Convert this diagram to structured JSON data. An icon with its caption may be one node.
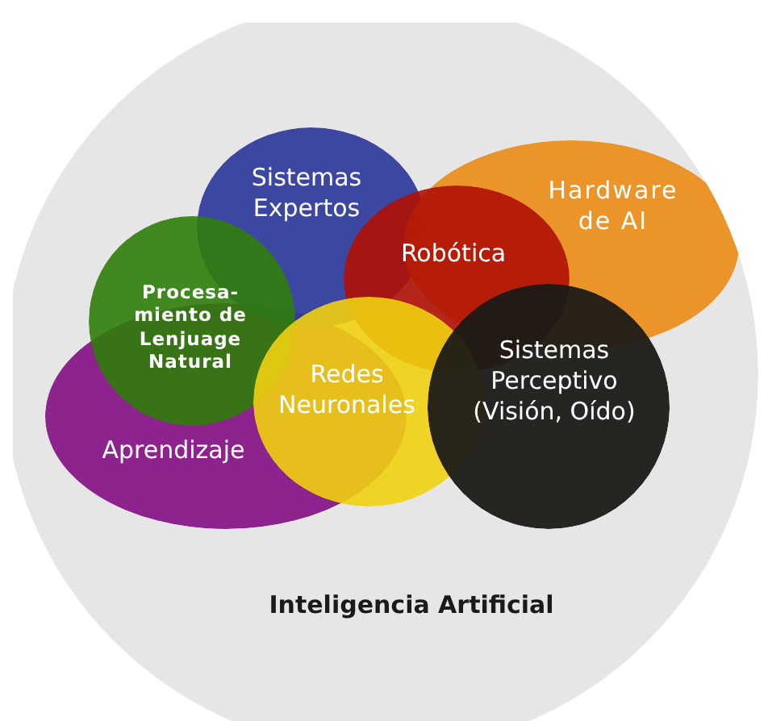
{
  "diagram": {
    "nodes": [
      {
        "text": [
          "Inteligencia Artificial"
        ]
      },
      {
        "text": [
          "Sistemas Expertos"
        ],
        "in": 0
      },
      {
        "text": [
          "Hardware de AI"
        ],
        "in": 0
      },
      {
        "text": [
          "Robótica"
        ],
        "in": 0
      },
      {
        "text": [
          "Procesa- miento de Lenjuage Natural"
        ],
        "in": 0
      },
      {
        "text": [
          "Redes Neuronales"
        ],
        "in": 0
      },
      {
        "text": [
          "Sistemas Perceptivo (Visión, Oído)"
        ],
        "in": 0
      },
      {
        "text": [
          "Aprendizaje"
        ],
        "in": 0
      }
    ]
  }
}
